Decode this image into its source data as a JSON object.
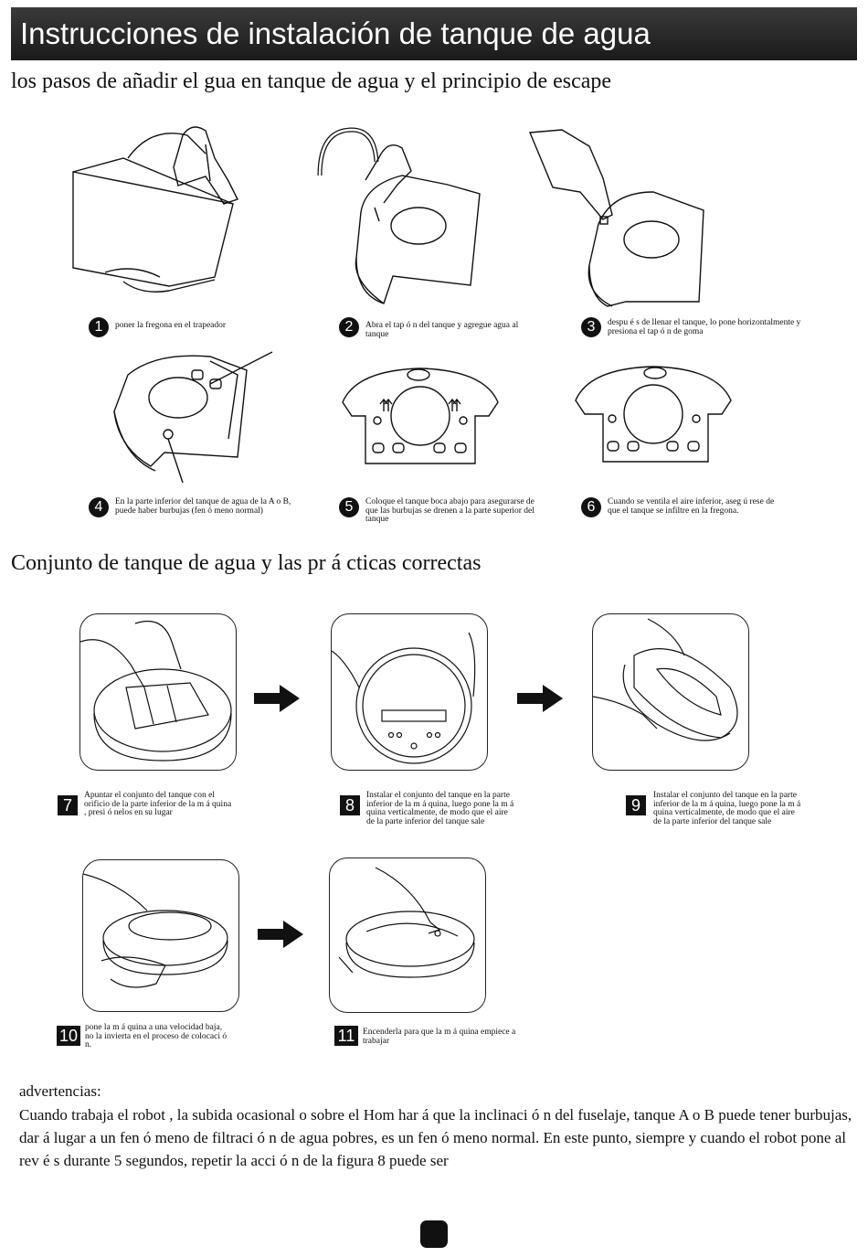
{
  "header": {
    "title": "Instrucciones de instalación de tanque de agua"
  },
  "section1": {
    "heading": "los pasos de añadir el gua en tanque de agua  y el  principio de escape"
  },
  "steps_a": [
    {
      "num": "1",
      "text": "poner la fregona en el trapeador"
    },
    {
      "num": "2",
      "text": "Abra el tap ó n del tanque y agregue agua al tanque"
    },
    {
      "num": "3",
      "text": "despu é s de llenar el tanque, lo pone horizontalmente y presiona el tap ó n de goma"
    },
    {
      "num": "4",
      "text": "En la parte inferior del tanque de agua  de la A o B, puede haber burbujas (fen ó meno normal)"
    },
    {
      "num": "5",
      "text": "Coloque el tanque boca abajo para asegurarse de que las burbujas se drenen a la parte superior del tanque"
    },
    {
      "num": "6",
      "text": "Cuando se ventila el aire inferior, aseg ú rese de que el tanque se infiltre en la fregona."
    }
  ],
  "section2": {
    "heading": "Conjunto de tanque de agua y las pr  á  cticas correctas"
  },
  "steps_b": [
    {
      "num": "7",
      "text": "Apuntar el conjunto del tanque con el orificio de la parte inferior de la m á quina , presi ó nelos en su lugar"
    },
    {
      "num": "8",
      "text": "Instalar el conjunto del tanque  en la parte inferior de la m á quina, luego pone la m á quina verticalmente, de modo que el aire de la parte inferior del tanque sale"
    },
    {
      "num": "9",
      "text": "Instalar el conjunto del tanque  en la parte inferior de la m á quina, luego pone la m á quina verticalmente, de modo que el aire de la parte inferior del tanque sale"
    },
    {
      "num": "10",
      "text": "pone la m á quina a una velocidad baja, no la invierta en el proceso de colocaci ó n."
    },
    {
      "num": "11",
      "text": "Encenderla para que la m á quina empiece a trabajar"
    }
  ],
  "warning": {
    "label": "advertencias:",
    "body": "Cuando trabaja el robot , la subida ocasional o sobre el Hom har á  que la inclinaci ó n del fuselaje, tanque A o B puede tener burbujas, dar á  lugar a un fen ó meno de filtraci ó n de agua pobres, es un fen ó meno normal. En este punto, siempre y cuando el robot pone al rev é s durante 5 segundos, repetir la acci ó n de la figura 8 puede ser"
  }
}
